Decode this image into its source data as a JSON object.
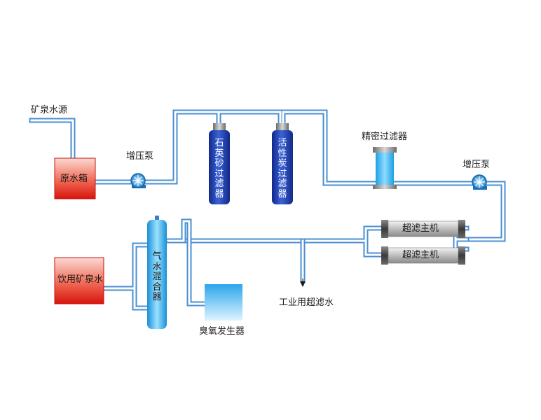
{
  "labels": {
    "mineral_source": "矿泉水源",
    "raw_tank": "原水箱",
    "booster_pump_1": "增压泵",
    "quartz_filter": "石英砂过滤器",
    "carbon_filter": "活性炭过滤器",
    "precision_filter": "精密过滤器",
    "booster_pump_2": "增压泵",
    "uf_unit_1": "超滤主机",
    "uf_unit_2": "超滤主机",
    "industrial_uf_water": "工业用超滤水",
    "mixer": "气水混合器",
    "ozone_generator": "臭氧发生器",
    "drinking_water": "饮用矿泉水"
  },
  "colors": {
    "pipe": "#4a8fd1",
    "tank_red": "#e12a1e",
    "filter_blue": "#1f3fa6",
    "cyan": "#2ab4ee"
  }
}
